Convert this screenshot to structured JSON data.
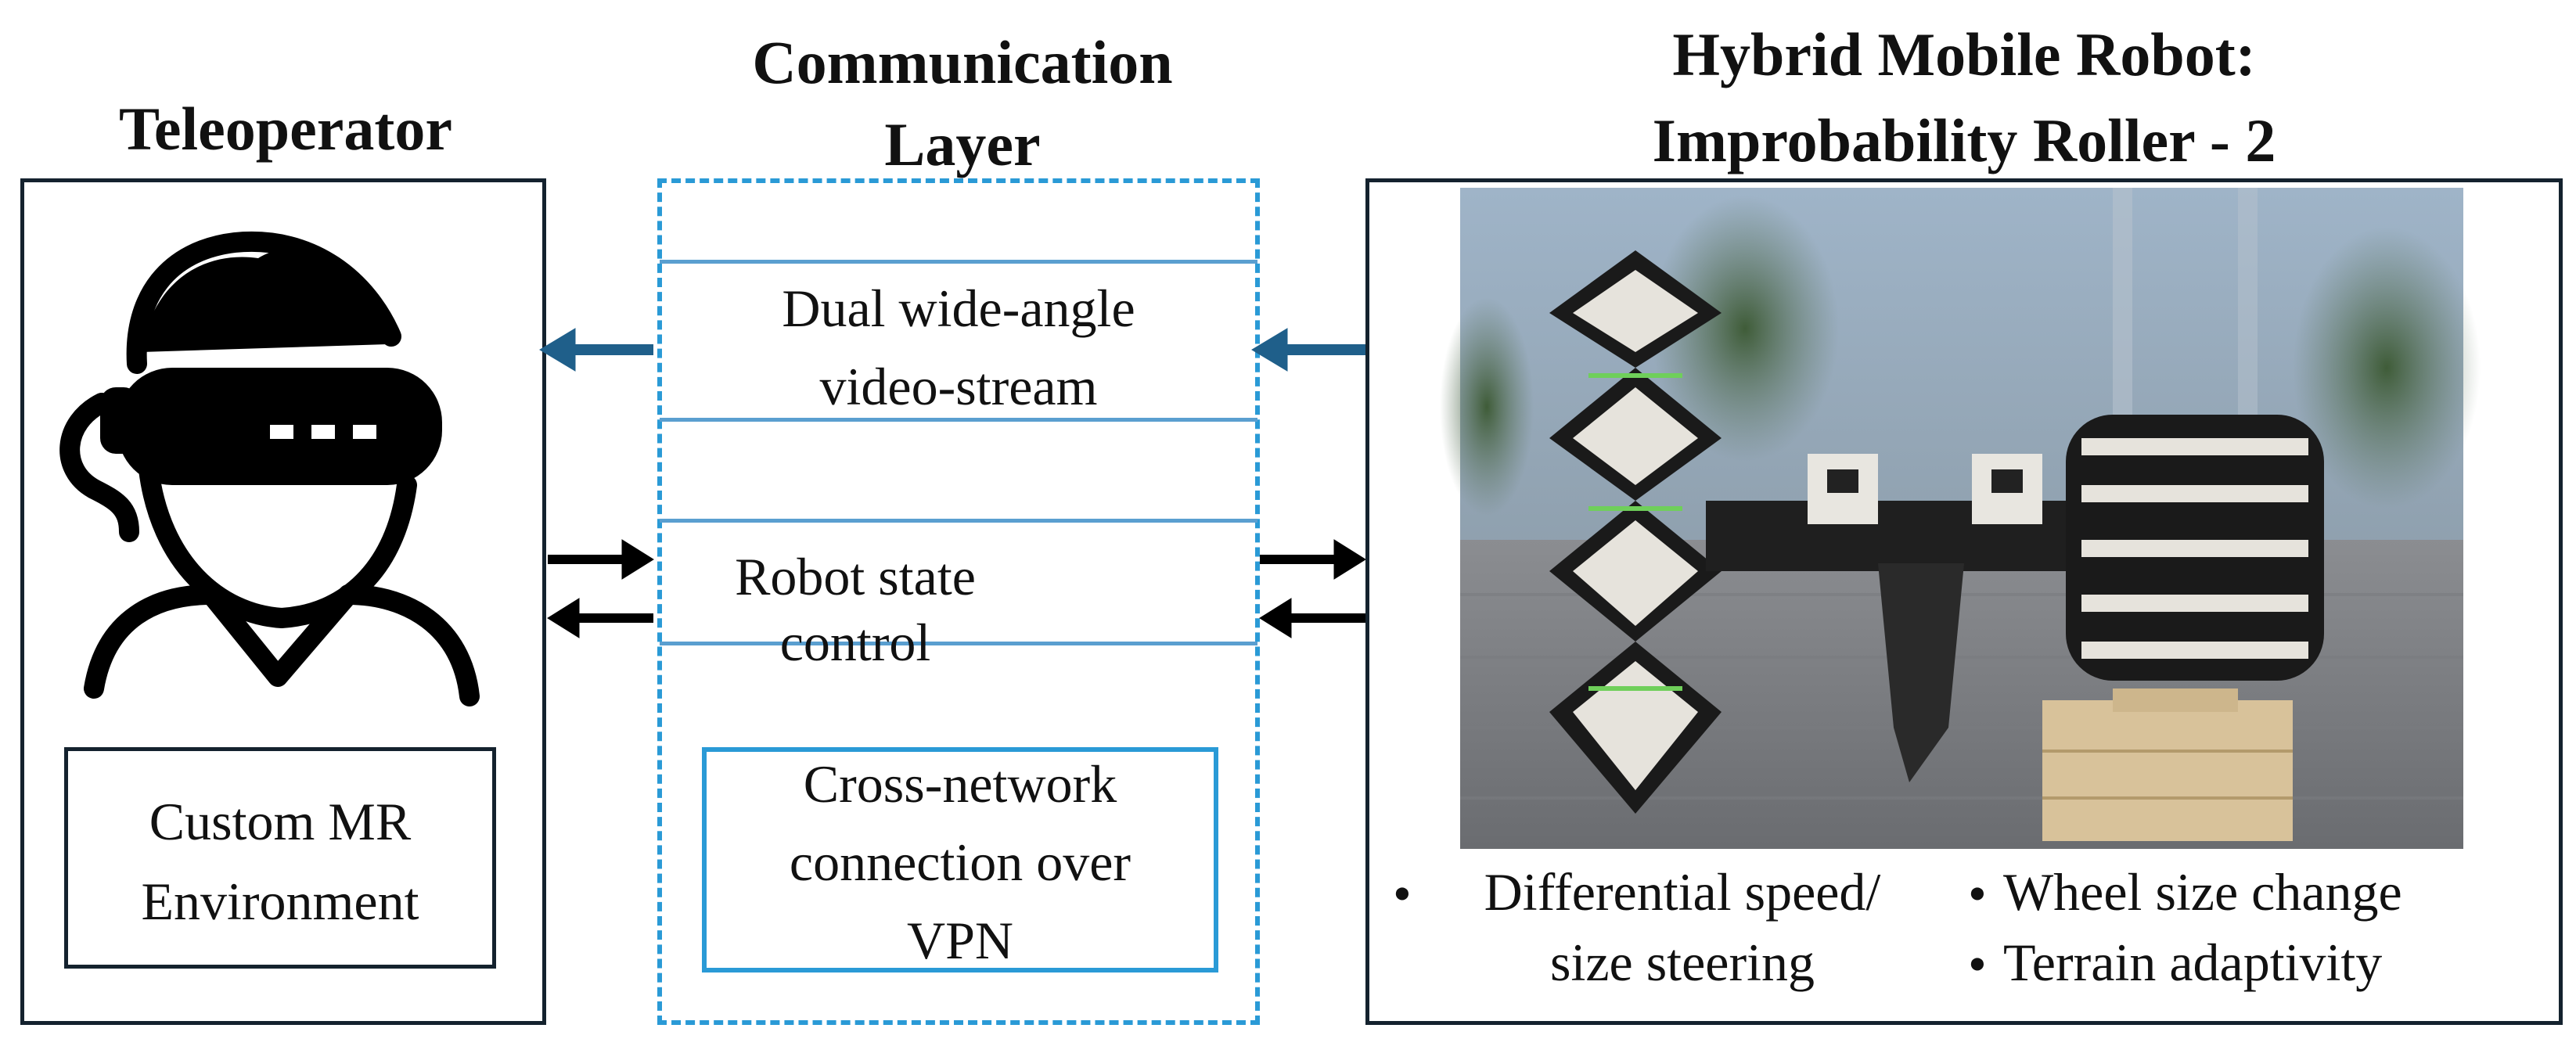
{
  "teleoperator": {
    "title": "Teleoperator",
    "environment_line1": "Custom MR",
    "environment_line2": "Environment",
    "icon": "vr-headset-user-icon"
  },
  "communication": {
    "title_line1": "Communication",
    "title_line2": "Layer",
    "video_line1": "Dual wide-angle",
    "video_line2": "video-stream",
    "robot_control": "Robot state control",
    "vpn_line1": "Cross-network",
    "vpn_line2": "connection over",
    "vpn_line3": "VPN"
  },
  "robot": {
    "title_line1": "Hybrid Mobile Robot:",
    "title_line2": "Improbability Roller - 2",
    "photo": "robot-photo",
    "features": [
      {
        "line1": "Differential speed/",
        "line2": "size steering"
      },
      {
        "line1": "Wheel size change"
      },
      {
        "line1": "Terrain adaptivity"
      }
    ],
    "bullet": "•"
  },
  "colors": {
    "arrow_blue": "#1f5f8a",
    "dashed_border": "#2a9ad6",
    "layer_line": "#5a9fd0",
    "vpn_border": "#2a9ad6",
    "dark_border": "#14222e"
  }
}
